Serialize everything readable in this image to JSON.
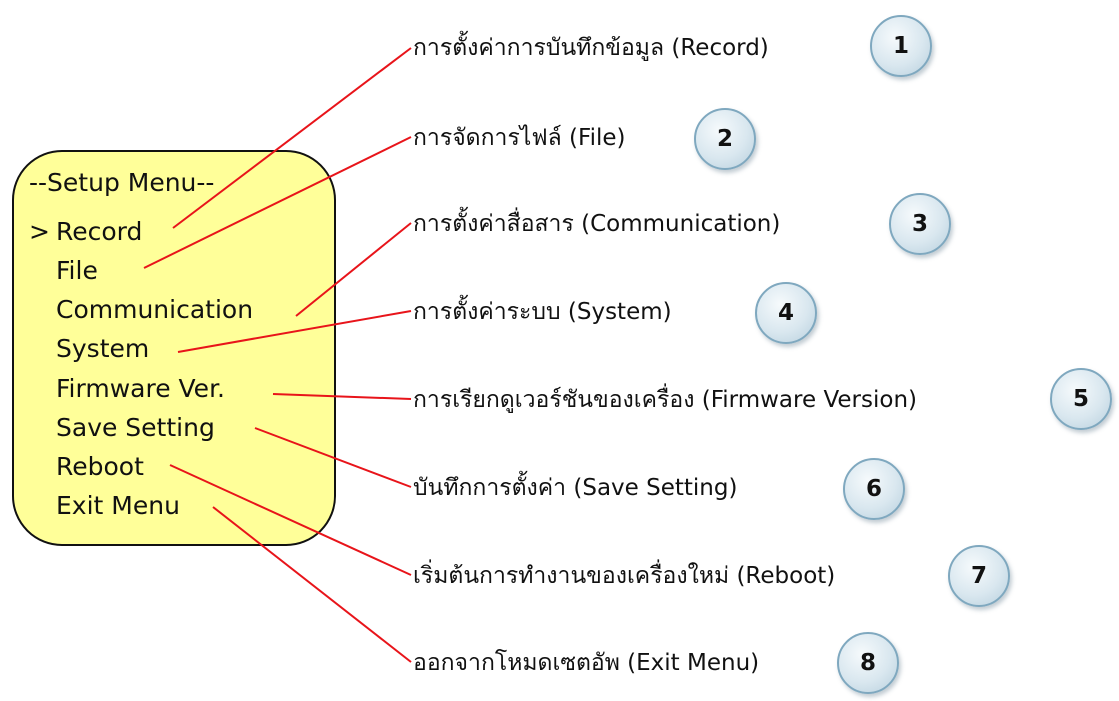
{
  "menu": {
    "title": "--Setup Menu--",
    "cursor": ">",
    "items": [
      "Record",
      "File",
      "Communication",
      "System",
      "Firmware Ver.",
      "Save Setting",
      "Reboot",
      "Exit Menu"
    ]
  },
  "descriptions": [
    "การตั้งค่าการบันทึกข้อมูล (Record)",
    "การจัดการไฟล์ (File)",
    "การตั้งค่าสื่อสาร (Communication)",
    "การตั้งค่าระบบ (System)",
    "การเรียกดูเวอร์ชันของเครื่อง (Firmware Version)",
    "บันทึกการตั้งค่า (Save Setting)",
    "เริ่มต้นการทำงานของเครื่องใหม่ (Reboot)",
    "ออกจากโหมดเซตอัพ (Exit Menu)"
  ],
  "badges": [
    "1",
    "2",
    "3",
    "4",
    "5",
    "6",
    "7",
    "8"
  ],
  "colors": {
    "menu_fill": "#ffff99",
    "connector": "#e8141a",
    "badge_fill": "#d9e7ef"
  }
}
